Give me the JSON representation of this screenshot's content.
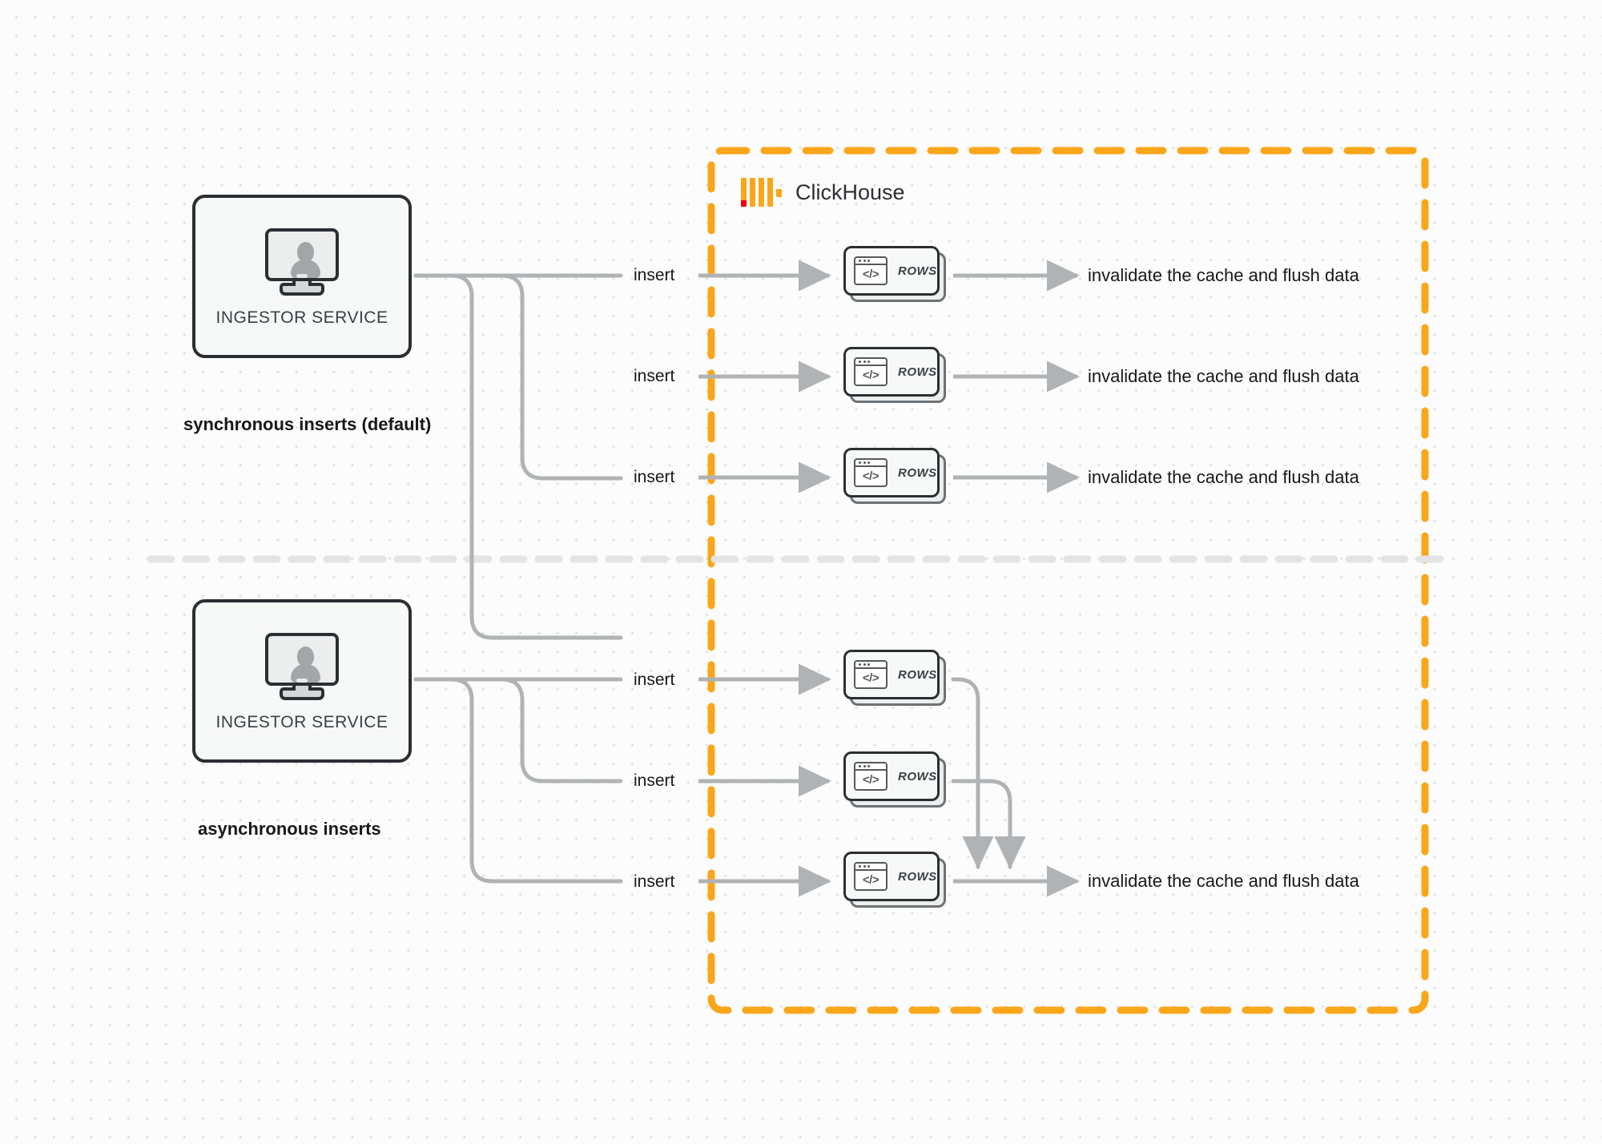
{
  "diagram": {
    "title": "ClickHouse synchronous vs asynchronous inserts",
    "colors": {
      "boundary_orange": "#faa61a",
      "logo_red": "#ef0013",
      "connector_gray": "#b0b3b5",
      "box_border": "#2b2f33",
      "divider_gray": "#e4e4e4",
      "background": "#fcfcfc"
    }
  },
  "clickhouse": {
    "name": "ClickHouse",
    "logo_bar_count": 4
  },
  "sections": [
    {
      "id": "synchronous",
      "caption": "synchronous inserts (default)",
      "ingestor": {
        "label": "INGESTOR SERVICE",
        "icon": "monitor-user-icon"
      },
      "rows": [
        {
          "insert_label": "insert",
          "card_label": "ROWS",
          "result_label": "invalidate the cache and flush data"
        },
        {
          "insert_label": "insert",
          "card_label": "ROWS",
          "result_label": "invalidate the cache and flush data"
        },
        {
          "insert_label": "insert",
          "card_label": "ROWS",
          "result_label": "invalidate the cache and flush data"
        }
      ]
    },
    {
      "id": "asynchronous",
      "caption": "asynchronous inserts",
      "ingestor": {
        "label": "INGESTOR SERVICE",
        "icon": "monitor-user-icon"
      },
      "rows": [
        {
          "insert_label": "insert",
          "card_label": "ROWS"
        },
        {
          "insert_label": "insert",
          "card_label": "ROWS"
        },
        {
          "insert_label": "insert",
          "card_label": "ROWS"
        }
      ],
      "result_label": "invalidate the cache and flush data"
    }
  ]
}
